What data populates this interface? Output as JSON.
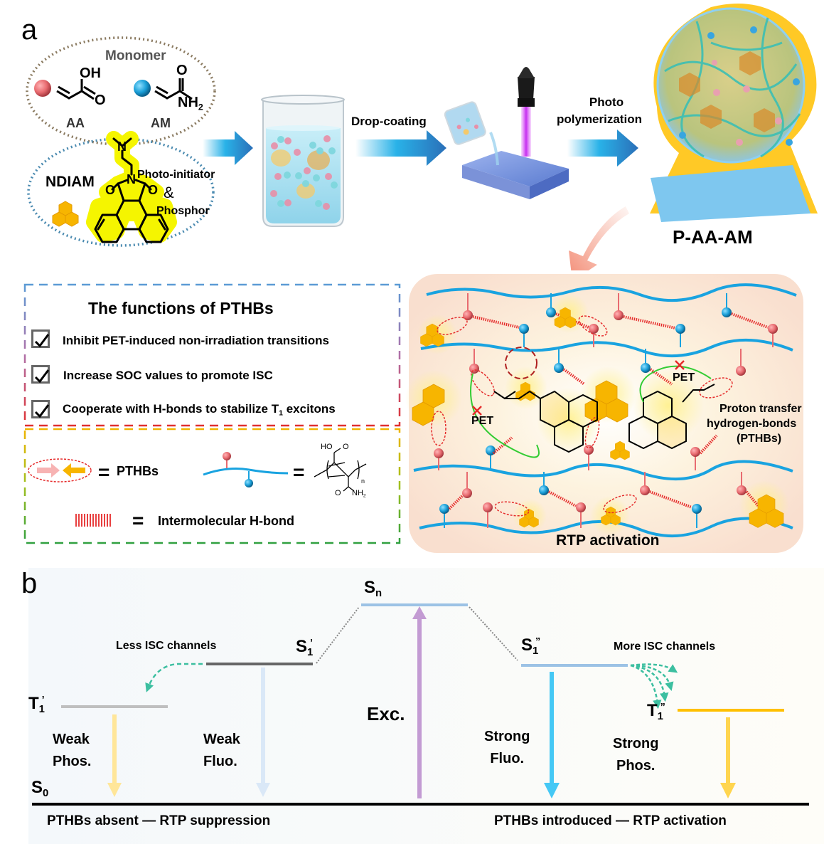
{
  "panel_a": {
    "label": "a",
    "monomer": {
      "title": "Monomer",
      "aa": {
        "label": "AA",
        "group_label": "OH",
        "carbonyl": "O",
        "ball_color": "#e86b70"
      },
      "am": {
        "label": "AM",
        "group_label": "NH",
        "group_sub": "2",
        "carbonyl": "O",
        "ball_color": "#1a9fd8"
      }
    },
    "ndiam": {
      "name": "NDIAM",
      "role_line1": "Photo-initiator",
      "role_amp": "&",
      "role_line2": "Phosphor",
      "atom_n": "N",
      "atom_o": "O",
      "highlight_color": "#f5f500",
      "hexagon_color": "#f7b500"
    },
    "steps": [
      {
        "label": "Drop-coating"
      },
      {
        "label_line1": "Photo",
        "label_line2": "polymerization"
      }
    ],
    "product": {
      "label": "P-AA-AM",
      "glow_color": "#f7b500"
    },
    "functions_box": {
      "title": "The functions of PTHBs",
      "items": [
        {
          "text": "Inhibit PET-induced non-irradiation transitions",
          "checked": true
        },
        {
          "text": "Increase SOC values to promote ISC",
          "checked": true
        },
        {
          "text_before": "Cooperate with H-bonds to stabilize T",
          "text_sub": "1",
          "text_after": " excitons",
          "checked": true
        }
      ]
    },
    "legend_box": {
      "pthbs_eq": "=",
      "pthbs_label": "PTHBs",
      "chain_eq": "=",
      "polymer_ho": "HO",
      "polymer_o": "O",
      "polymer_n": "n",
      "polymer_nh": "NH",
      "polymer_nh_sub": "2",
      "hbond_eq": "=",
      "hbond_label": "Intermolecular  H-bond"
    },
    "network": {
      "pet_label": "PET",
      "pthbs_note_line1": "Proton transfer",
      "pthbs_note_line2": "hydrogen-bonds",
      "pthbs_note_line3": "(PTHBs)",
      "caption": "RTP activation",
      "chain_color": "#19a3e0",
      "hbond_color": "#e52b2b",
      "background_color": "#f9dfcf"
    }
  },
  "panel_b": {
    "label": "b",
    "levels": {
      "sn": {
        "main": "S",
        "sub": "n"
      },
      "s1_prime": {
        "main": "S",
        "sub": "1",
        "sup": "’"
      },
      "t1_prime": {
        "main": "T",
        "sub": "1",
        "sup": "’"
      },
      "s1_dprime": {
        "main": "S",
        "sub": "1",
        "sup": "”"
      },
      "t1_dprime": {
        "main": "T",
        "sub": "1",
        "sup": "”"
      },
      "s0": {
        "main": "S",
        "sub": "0"
      }
    },
    "labels": {
      "less_isc": "Less ISC channels",
      "more_isc": "More ISC channels",
      "exc": "Exc.",
      "weak_phos_1": "Weak",
      "weak_phos_2": "Phos.",
      "weak_fluo_1": "Weak",
      "weak_fluo_2": "Fluo.",
      "strong_fluo_1": "Strong",
      "strong_fluo_2": "Fluo.",
      "strong_phos_1": "Strong",
      "strong_phos_2": "Phos."
    },
    "captions": {
      "left": "PTHBs absent — RTP suppression",
      "right": "PTHBs introduced — RTP activation"
    },
    "colors": {
      "sn_level": "#9cc2e5",
      "s1_prime_level": "#666666",
      "t1_prime_level": "#bfbfbf",
      "s1_dprime_level": "#9cc2e5",
      "t1_dprime_level": "#ffc000",
      "exc_arrow": "#c39bd3",
      "weak_phos_arrow": "#ffe699",
      "weak_fluo_arrow": "#dae8f7",
      "strong_fluo_arrow": "#45c8f5",
      "strong_phos_arrow": "#ffd54f",
      "isc_arrow": "#3cbfa0"
    }
  }
}
